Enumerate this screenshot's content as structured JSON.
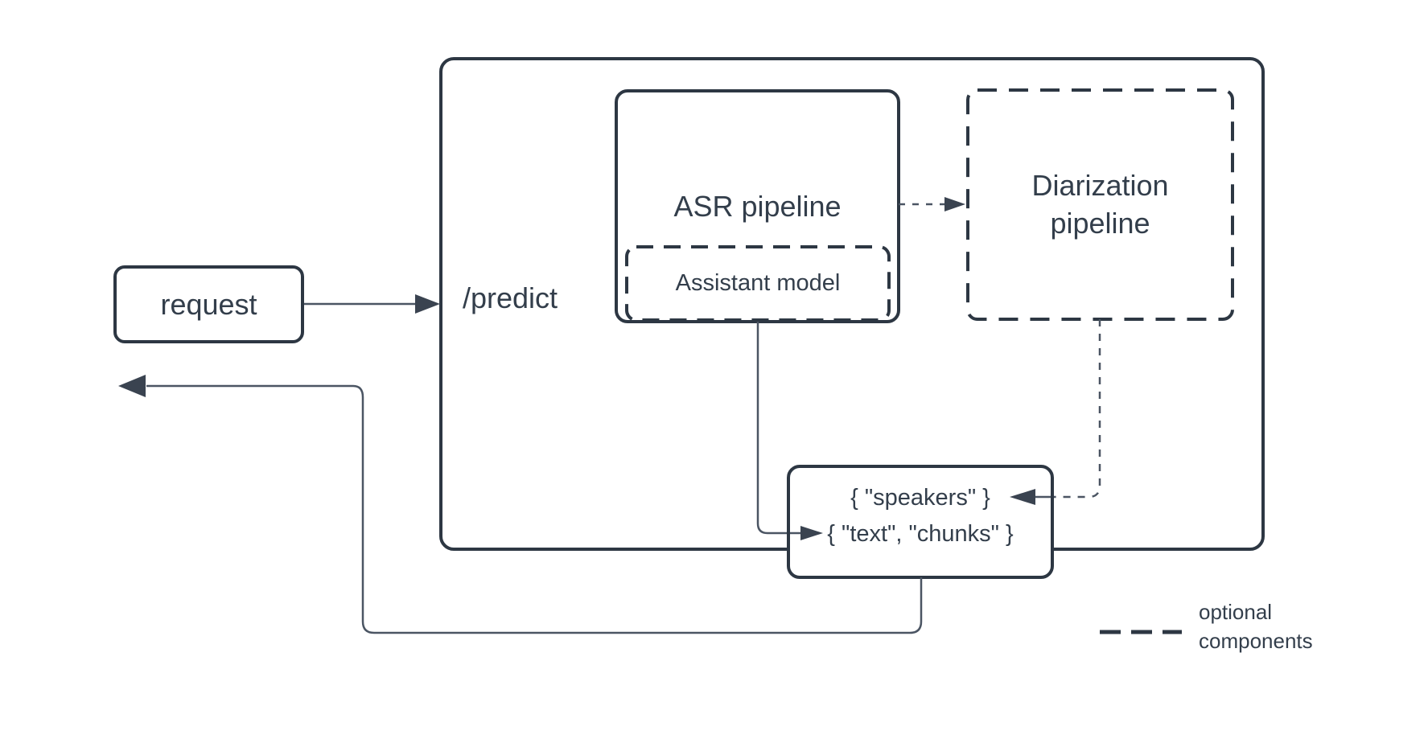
{
  "colors": {
    "stroke": "#2d3743",
    "thin-stroke": "#4b5563",
    "arrow-fill": "#3a4350",
    "text": "#333e4b",
    "bg": "#ffffff"
  },
  "nodes": {
    "request": {
      "label": "request"
    },
    "predict": {
      "label": "/predict"
    },
    "asr": {
      "label": "ASR pipeline"
    },
    "assistant": {
      "label": "Assistant model"
    },
    "diarization": {
      "label": "Diarization pipeline"
    },
    "output": {
      "line1": "{ \"speakers\" }",
      "line2": "{ \"text\", \"chunks\" }"
    }
  },
  "legend": {
    "label": "optional\ncomponents"
  }
}
